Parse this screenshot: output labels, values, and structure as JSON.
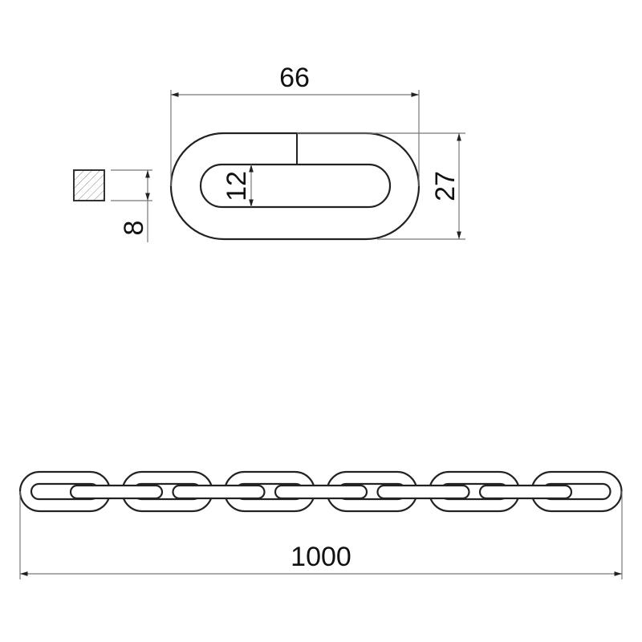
{
  "dimensions": {
    "link_length": "66",
    "link_width": "27",
    "inner_width": "12",
    "wire_section": "8",
    "chain_length": "1000"
  },
  "chain": {
    "links_horizontal": 6,
    "links_vertical": 5
  }
}
